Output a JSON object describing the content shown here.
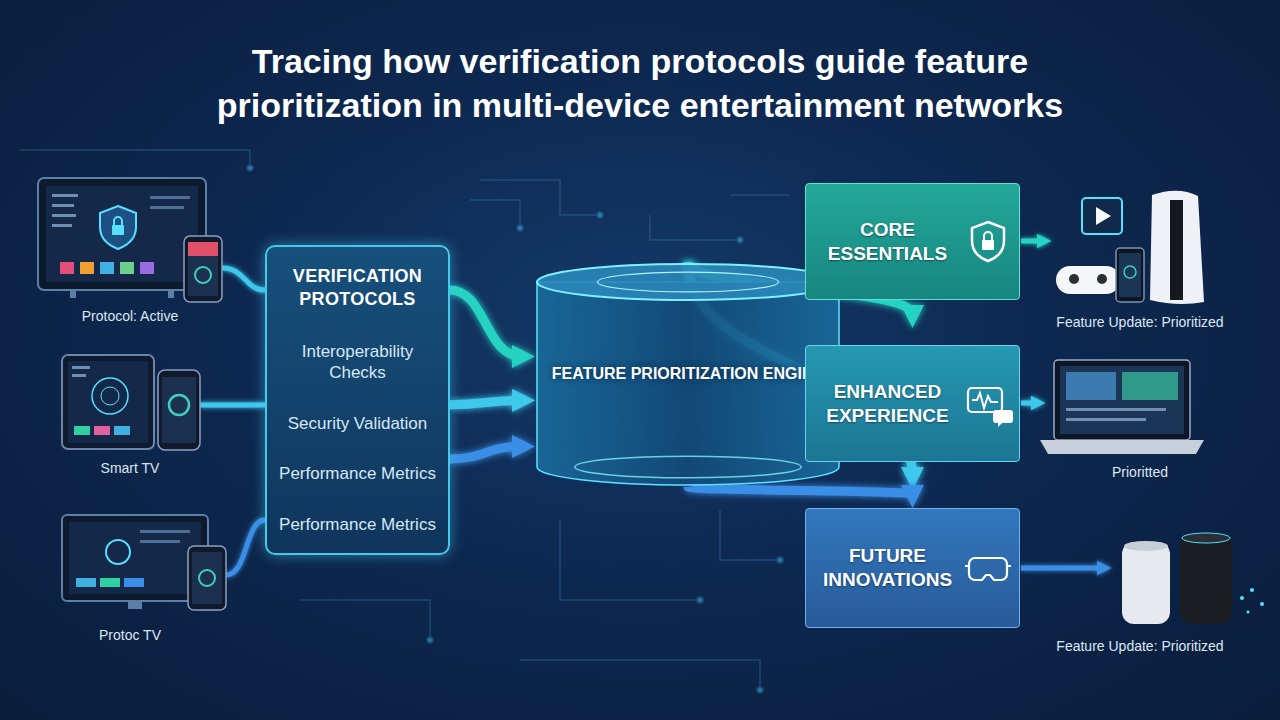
{
  "diagram": {
    "title": "Tracing how verification protocols guide feature prioritization in multi-device entertainment networks",
    "nodes": [
      {
        "text": [
          "VERIFICATION PROTOCOLS",
          "Interoperability Checks",
          "Security Validation",
          "Performance Metrics",
          "Performance Metrics"
        ]
      },
      {
        "text": [
          "FEATURE PRIORITIZATION ENGINE"
        ]
      },
      {
        "text": [
          "CORE ESSENTIALS"
        ]
      },
      {
        "text": [
          "ENHANCED EXPERIENCE"
        ]
      },
      {
        "text": [
          "FUTURE INNOVATIONS"
        ]
      }
    ],
    "edges": [
      {
        "from": 0,
        "to": 1,
        "arrow": "to"
      },
      {
        "from": 0,
        "to": 1,
        "arrow": "to"
      },
      {
        "from": 0,
        "to": 1,
        "arrow": "to"
      },
      {
        "from": 1,
        "to": 2,
        "arrow": "to"
      },
      {
        "from": 1,
        "to": 3,
        "arrow": "to"
      },
      {
        "from": 1,
        "to": 4,
        "arrow": "to"
      }
    ],
    "labels": [
      "Protocol: Active",
      "Smart TV",
      "Protoc TV",
      "Feature Update: Prioritized",
      "Prioritted",
      "Feature Update: Prioritized"
    ]
  }
}
